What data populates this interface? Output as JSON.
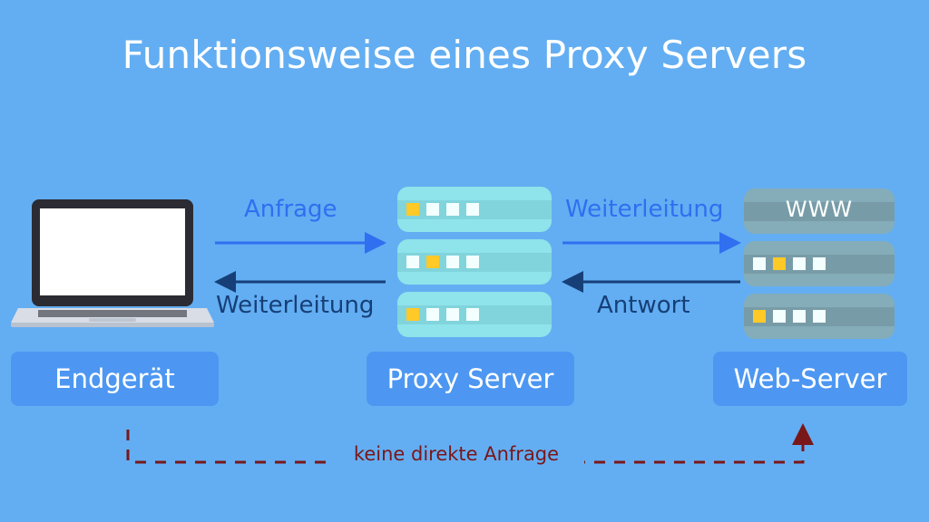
{
  "title": "Funktionsweise eines Proxy Servers",
  "nodes": {
    "client": "Endgerät",
    "proxy": "Proxy Server",
    "web_server": "Web-Server"
  },
  "flows": {
    "request": "Anfrage",
    "forward_to_client": "Weiterleitung",
    "forward_to_server": "Weiterleitung",
    "response": "Antwort"
  },
  "www": "WWW",
  "no_direct_request": "keine direkte Anfrage",
  "colors": {
    "background": "#63aef2",
    "label_box": "#4d97f2",
    "arrow_light": "#2f6ff0",
    "arrow_dark": "#163f78",
    "proxy_server": "#8fe3ea",
    "web_server": "#84adb9",
    "led_yellow": "#ffc928",
    "dashed_line": "#7a1719"
  }
}
